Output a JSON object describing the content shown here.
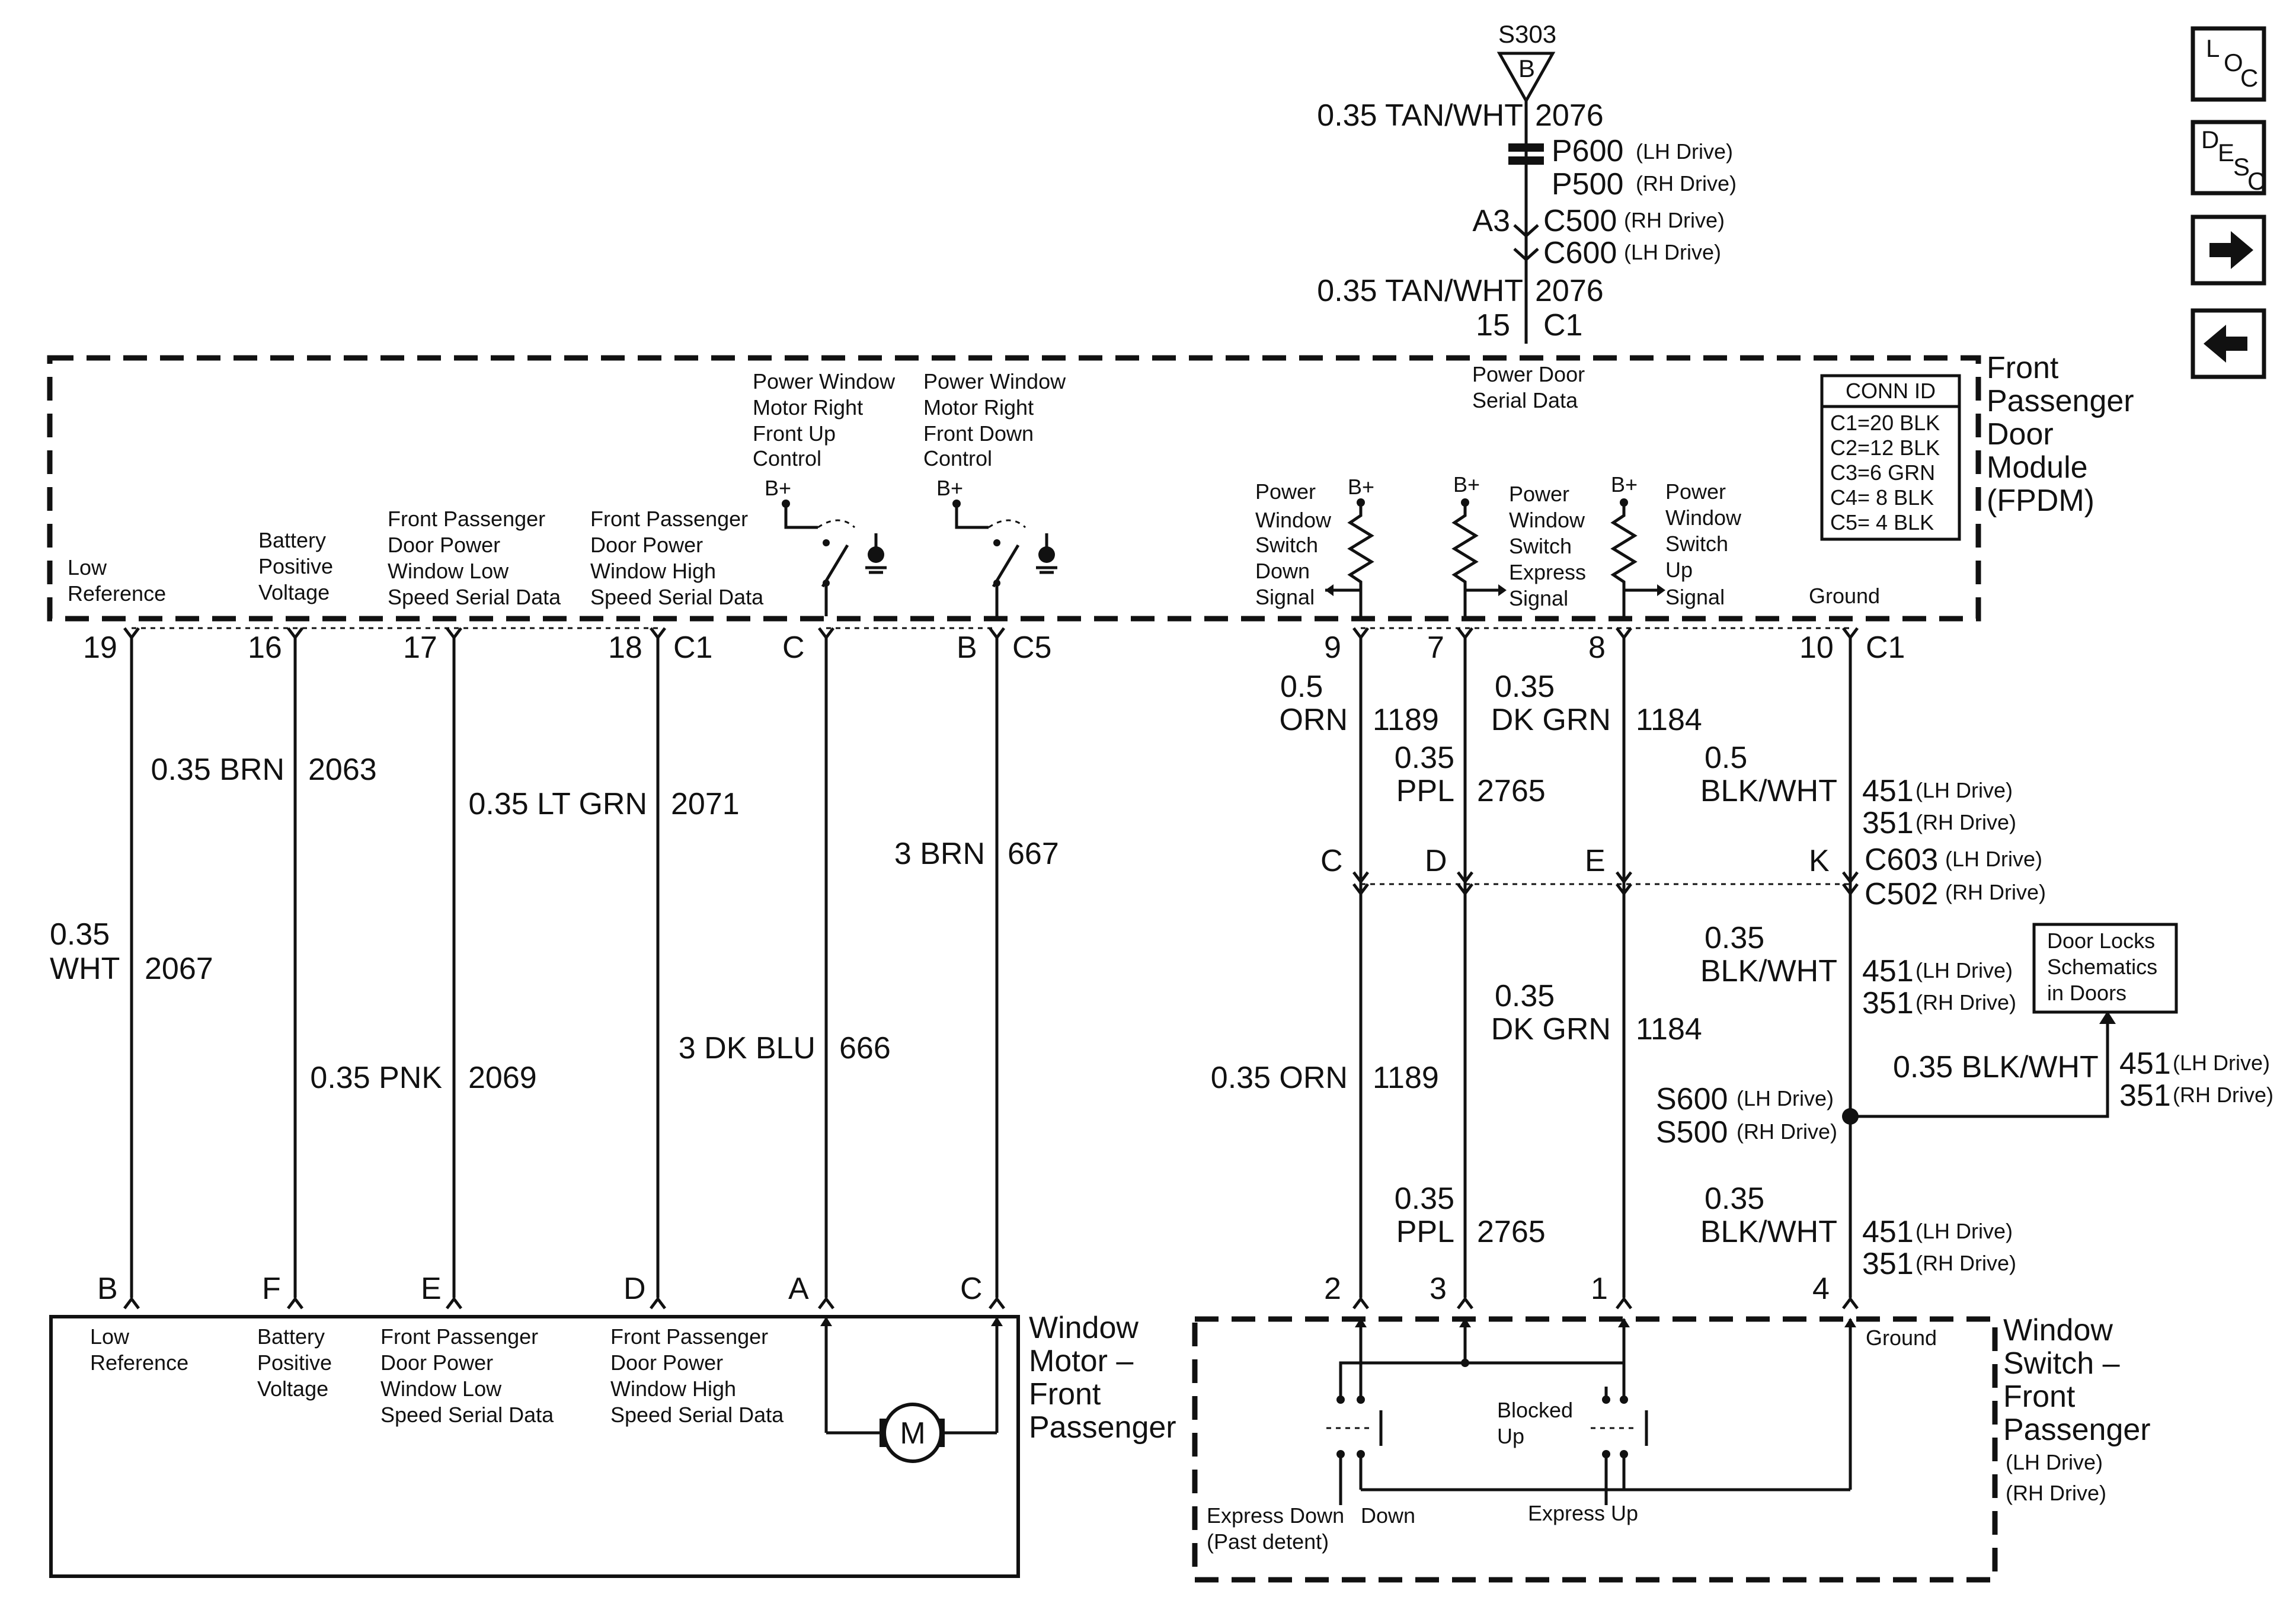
{
  "splice_top": {
    "name": "S303",
    "letter": "B"
  },
  "top_circuit": [
    "0.35 TAN/WHT",
    "2076",
    "P600",
    "(LH Drive)",
    "P500",
    "(RH Drive)",
    "A3",
    "C500",
    "(RH Drive)",
    "C600",
    "(LH Drive)",
    "0.35 TAN/WHT",
    "2076",
    "15",
    "C1"
  ],
  "fpdm": {
    "title": [
      "Front",
      "Passenger",
      "Door",
      "Module",
      "(FPDM)"
    ],
    "conn_id_title": "CONN ID",
    "conn_ids": [
      "C1=20 BLK",
      "C2=12 BLK",
      "C3=6 GRN",
      "C4= 8 BLK",
      "C5= 4 BLK"
    ],
    "serial_label": [
      "Power Door",
      "Serial Data"
    ],
    "bplus": "B+",
    "labels": {
      "low_ref": [
        "Low",
        "Reference"
      ],
      "bat": [
        "Battery",
        "Positive",
        "Voltage"
      ],
      "low_speed": [
        "Front Passenger",
        "Door Power",
        "Window Low",
        "Speed Serial Data"
      ],
      "high_speed": [
        "Front Passenger",
        "Door Power",
        "Window High",
        "Speed Serial Data"
      ],
      "up_ctrl": [
        "Power Window",
        "Motor Right",
        "Front Up",
        "Control"
      ],
      "down_ctrl": [
        "Power Window",
        "Motor Right",
        "Front Down",
        "Control"
      ],
      "sw_down": [
        "Power",
        "Window",
        "Switch",
        "Down",
        "Signal"
      ],
      "sw_express": [
        "Power",
        "Window",
        "Switch",
        "Express",
        "Signal"
      ],
      "sw_up": [
        "Power",
        "Window",
        "Switch",
        "Up",
        "Signal"
      ],
      "ground": "Ground"
    },
    "pins": [
      "19",
      "16",
      "17",
      "18",
      "C1",
      "C",
      "B",
      "C5",
      "9",
      "7",
      "8",
      "10",
      "C1"
    ]
  },
  "wires": {
    "w2067": [
      "0.35",
      "WHT",
      "2067"
    ],
    "w2063": [
      "0.35 BRN",
      "2063"
    ],
    "w2069": [
      "0.35 PNK",
      "2069"
    ],
    "w2071": [
      "0.35 LT GRN",
      "2071"
    ],
    "w666": [
      "3 DK BLU",
      "666"
    ],
    "w667": [
      "3 BRN",
      "667"
    ],
    "w1189a": [
      "0.5",
      "ORN",
      "1189"
    ],
    "w2765a": [
      "0.35",
      "PPL",
      "2765"
    ],
    "w1184a": [
      "0.35",
      "DK GRN",
      "1184"
    ],
    "w451a": [
      "0.5",
      "BLK/WHT",
      "451",
      "(LH Drive)",
      "351",
      "(RH Drive)"
    ],
    "conn_mid": [
      "C",
      "D",
      "E",
      "K",
      "C603",
      "(LH Drive)",
      "C502",
      "(RH Drive)"
    ],
    "w451b": [
      "0.35",
      "BLK/WHT",
      "451",
      "(LH Drive)",
      "351",
      "(RH Drive)"
    ],
    "w1184b": [
      "0.35",
      "DK GRN",
      "1184"
    ],
    "w1189b": [
      "0.35 ORN",
      "1189"
    ],
    "splice": [
      "S600",
      "(LH Drive)",
      "S500",
      "(RH Drive)"
    ],
    "w451c": [
      "0.35 BLK/WHT",
      "451",
      "(LH Drive)",
      "351",
      "(RH Drive)"
    ],
    "w2765b": [
      "0.35",
      "PPL",
      "2765"
    ],
    "w451d": [
      "0.35",
      "BLK/WHT",
      "451",
      "(LH Drive)",
      "351",
      "(RH Drive)"
    ],
    "door_locks": [
      "Door Locks",
      "Schematics",
      "in Doors"
    ]
  },
  "motor": {
    "pins": [
      "B",
      "F",
      "E",
      "D",
      "A",
      "C"
    ],
    "labels": {
      "low_ref": [
        "Low",
        "Reference"
      ],
      "bat": [
        "Battery",
        "Positive",
        "Voltage"
      ],
      "low_speed": [
        "Front Passenger",
        "Door Power",
        "Window Low",
        "Speed Serial Data"
      ],
      "high_speed": [
        "Front Passenger",
        "Door Power",
        "Window High",
        "Speed Serial Data"
      ]
    },
    "symbol": "M",
    "title": [
      "Window",
      "Motor –",
      "Front",
      "Passenger"
    ]
  },
  "switch": {
    "pins": [
      "2",
      "3",
      "1",
      "4"
    ],
    "ground": "Ground",
    "blocked": [
      "Blocked",
      "Up"
    ],
    "bottom": [
      "Express Down",
      "(Past detent)",
      "Down",
      "Express Up"
    ],
    "title": [
      "Window",
      "Switch –",
      "Front",
      "Passenger",
      "(LH Drive)",
      "(RH Drive)"
    ]
  },
  "nav_icons": [
    "loc-icon",
    "desc-icon",
    "next-arrow-icon",
    "prev-arrow-icon"
  ],
  "nav_text": {
    "loc": [
      "L",
      "O",
      "C"
    ],
    "desc": [
      "D",
      "E",
      "S",
      "C"
    ]
  }
}
